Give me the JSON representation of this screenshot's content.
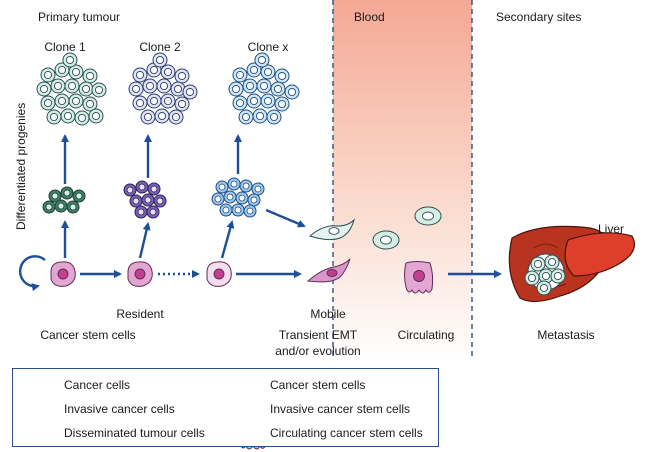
{
  "regions": {
    "primary": "Primary tumour",
    "blood": "Blood",
    "secondary": "Secondary sites"
  },
  "clones": [
    "Clone 1",
    "Clone 2",
    "Clone x"
  ],
  "side_label": "Differentiated progenies",
  "labels": {
    "resident": "Resident",
    "mobile": "Mobile",
    "cancer_stem_cells": "Cancer stem cells",
    "transient_emt_1": "Transient EMT",
    "transient_emt_2": "and/or evolution",
    "circulating": "Circulating",
    "metastasis": "Metastasis",
    "liver": "Liver"
  },
  "legend": {
    "cancer_cells": "Cancer cells",
    "invasive_cancer_cells": "Invasive cancer cells",
    "disseminated": "Disseminated tumour cells",
    "cancer_stem_cells": "Cancer stem cells",
    "invasive_stem": "Invasive cancer stem cells",
    "circulating_stem": "Circulating cancer stem cells"
  },
  "colors": {
    "arrow": "#1f4e99",
    "blood_band": "#f6b3a0",
    "stem_cell": "#c44b9a",
    "clone1": "#cde9df",
    "clone2": "#d7dcef",
    "clonex": "#c9e2f4",
    "liver": "#b8341f"
  }
}
